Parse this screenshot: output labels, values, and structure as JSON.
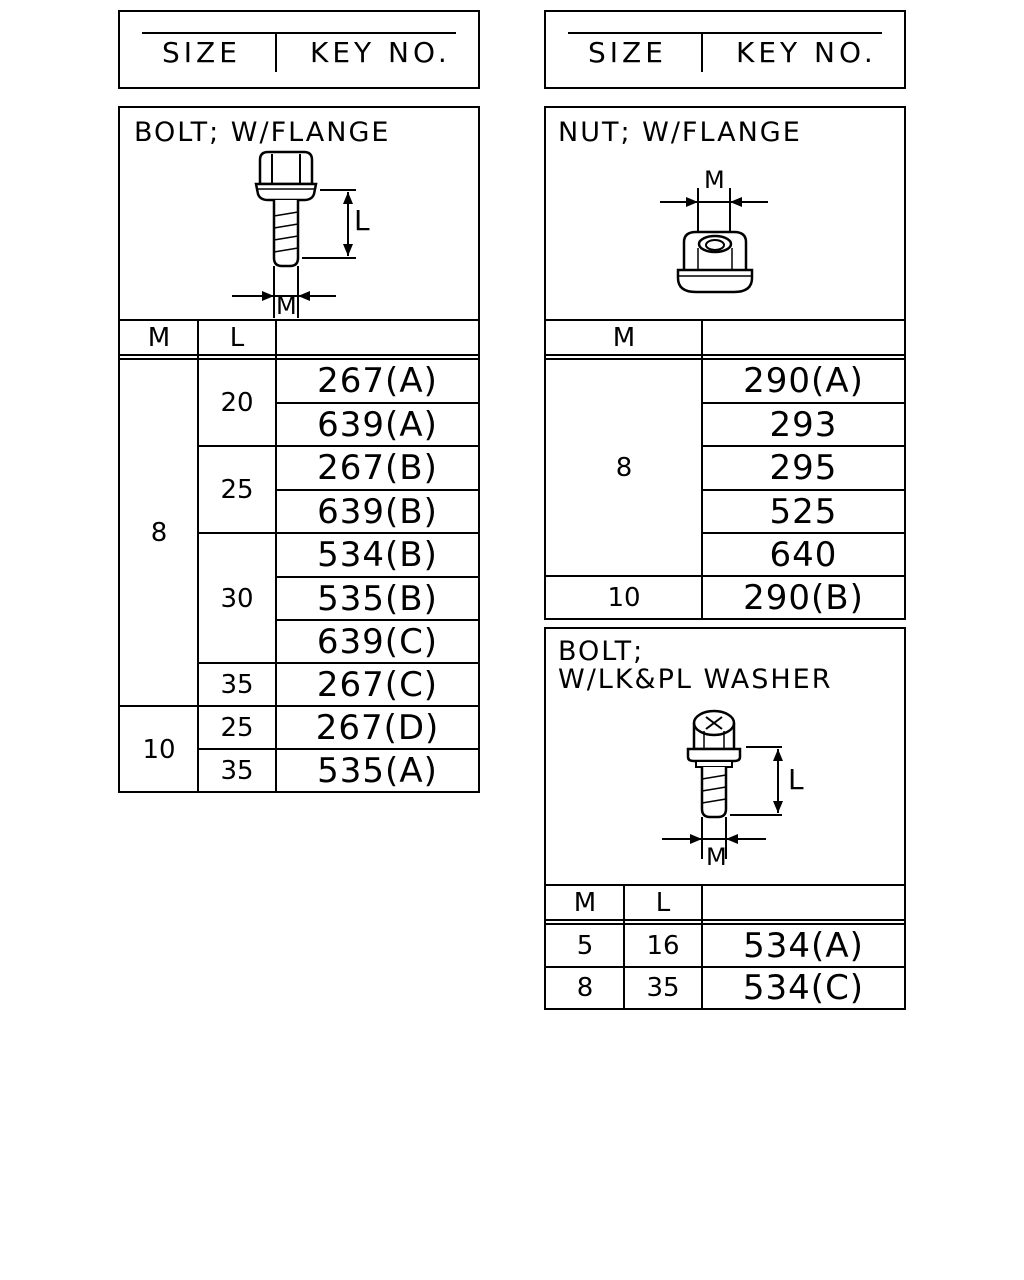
{
  "headers": {
    "left": {
      "size": "SIZE",
      "key": "KEY NO."
    },
    "right": {
      "size": "SIZE",
      "key": "KEY NO."
    }
  },
  "bolt_flange": {
    "title": "BOLT; W/FLANGE",
    "dim_L": "L",
    "dim_M": "M",
    "col_m": "M",
    "col_l": "L",
    "groups": [
      {
        "m": "8",
        "lengths": [
          {
            "l": "20",
            "keys": [
              "267(A)",
              "639(A)"
            ]
          },
          {
            "l": "25",
            "keys": [
              "267(B)",
              "639(B)"
            ]
          },
          {
            "l": "30",
            "keys": [
              "534(B)",
              "535(B)",
              "639(C)"
            ]
          },
          {
            "l": "35",
            "keys": [
              "267(C)"
            ]
          }
        ]
      },
      {
        "m": "10",
        "lengths": [
          {
            "l": "25",
            "keys": [
              "267(D)"
            ]
          },
          {
            "l": "35",
            "keys": [
              "535(A)"
            ]
          }
        ]
      }
    ]
  },
  "nut_flange": {
    "title": "NUT; W/FLANGE",
    "dim_M": "M",
    "col_m": "M",
    "groups": [
      {
        "m": "8",
        "keys": [
          "290(A)",
          "293",
          "295",
          "525",
          "640"
        ]
      },
      {
        "m": "10",
        "keys": [
          "290(B)"
        ]
      }
    ]
  },
  "bolt_washer": {
    "title_line1": "BOLT;",
    "title_line2": "W/LK&PL WASHER",
    "dim_L": "L",
    "dim_M": "M",
    "col_m": "M",
    "col_l": "L",
    "rows": [
      {
        "m": "5",
        "l": "16",
        "key": "534(A)"
      },
      {
        "m": "8",
        "l": "35",
        "key": "534(C)"
      }
    ]
  }
}
